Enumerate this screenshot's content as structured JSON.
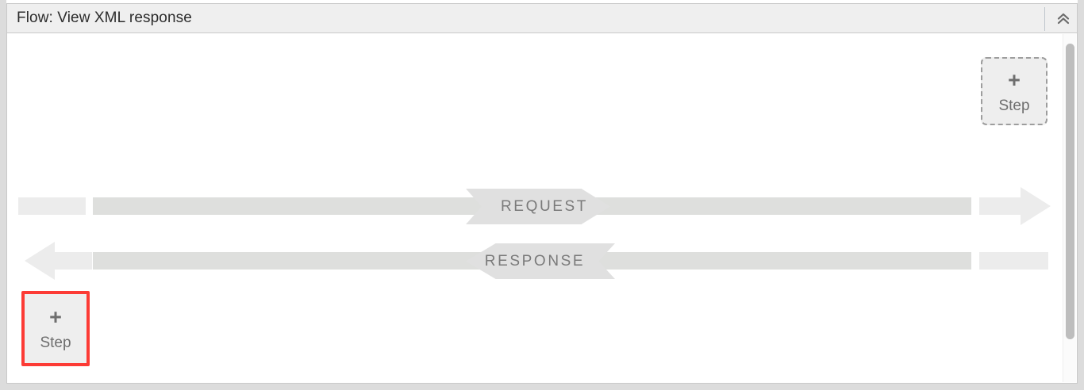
{
  "panel": {
    "title": "Flow: View XML response",
    "collapse_icon": "double-chevron-up-icon"
  },
  "steps": [
    {
      "id": "add-step-top-right",
      "plus": "+",
      "label": "Step",
      "state": "dashed-placeholder"
    },
    {
      "id": "add-step-bottom-left",
      "plus": "+",
      "label": "Step",
      "state": "selected-highlight",
      "highlight_color": "#fc3b35"
    }
  ],
  "flow": {
    "request": {
      "label": "REQUEST",
      "direction": "right",
      "arrow_icon": "arrow-right-icon"
    },
    "response": {
      "label": "RESPONSE",
      "direction": "left",
      "arrow_icon": "arrow-left-icon"
    }
  },
  "colors": {
    "header_bg": "#efefef",
    "bar_light": "#ececec",
    "bar_dark": "#dedfdd",
    "banner_bg": "#e0e0e0",
    "banner_text": "#7a7a7a",
    "step_fill": "#eeeeee",
    "step_text": "#6e6e6e",
    "selection": "#fc3b35"
  },
  "scrollbar": {
    "orientation": "vertical"
  }
}
